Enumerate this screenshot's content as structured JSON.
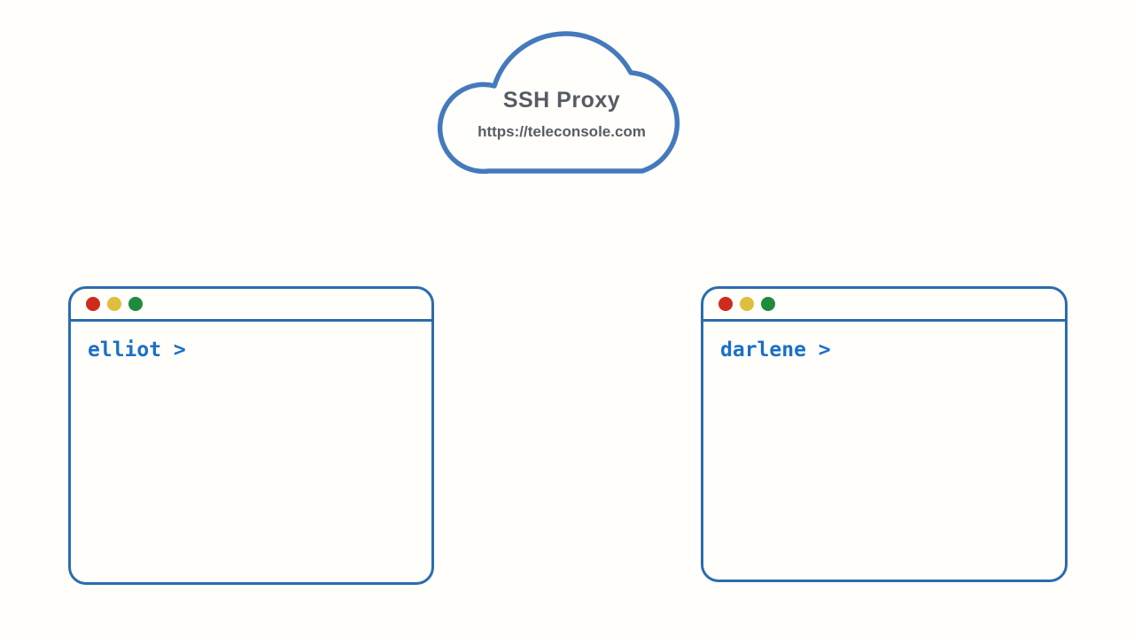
{
  "cloud": {
    "title": "SSH Proxy",
    "url": "https://teleconsole.com",
    "stroke_color": "#4579bd",
    "text_color": "#575c63"
  },
  "terminals": [
    {
      "name": "elliot-terminal",
      "prompt": "elliot >"
    },
    {
      "name": "darlene-terminal",
      "prompt": "darlene >"
    }
  ],
  "terminal_style": {
    "border_color": "#2b6cad",
    "prompt_color": "#1b6fc7",
    "traffic_lights": {
      "close": "#ce2b1e",
      "minimize": "#dfbe3e",
      "maximize": "#1f8b3d"
    }
  },
  "background_color": "#fffefa"
}
